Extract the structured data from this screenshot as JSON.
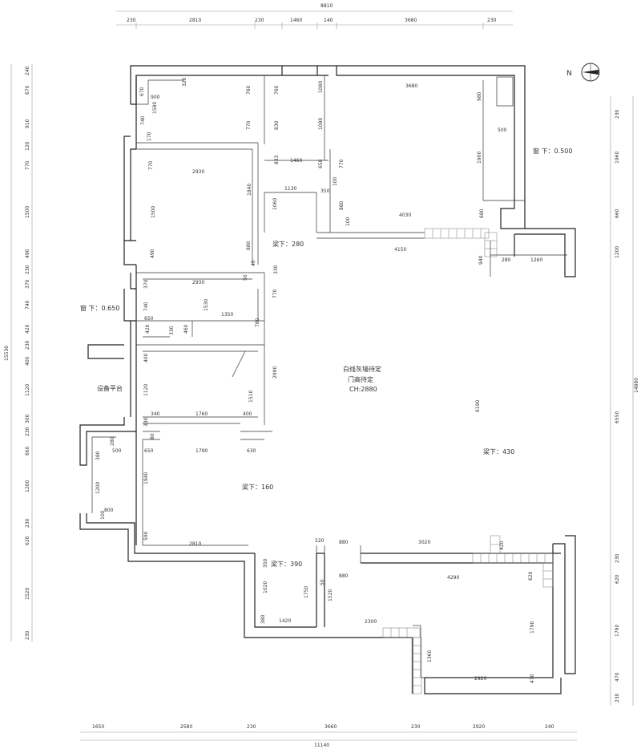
{
  "top_dims": {
    "total": "8810",
    "segments": [
      "230",
      "2810",
      "230",
      "1460",
      "140",
      "3680",
      "230"
    ]
  },
  "bottom_dims": {
    "total": "11140",
    "segments": [
      "1650",
      "2580",
      "230",
      "3660",
      "230",
      "2920",
      "240"
    ]
  },
  "left_dims": {
    "total": "15530",
    "segments": [
      "240",
      "670",
      "910",
      "120",
      "770",
      "1500",
      "490",
      "230",
      "370",
      "740",
      "420",
      "230",
      "400",
      "1120",
      "300",
      "230",
      "660",
      "1200",
      "230",
      "620",
      "1520",
      "230"
    ]
  },
  "right_dims": {
    "total": "14880",
    "upper_total": "6550",
    "segments": [
      "230",
      "1960",
      "660",
      "1200",
      "230",
      "620",
      "1790",
      "470",
      "230"
    ]
  },
  "room_dims": {
    "r1": [
      "670",
      "900",
      "320",
      "1580",
      "740",
      "170",
      "760"
    ],
    "r2": [
      "760",
      "770",
      "830",
      "1080",
      "1080",
      "833",
      "1460",
      "650",
      "770",
      "100"
    ],
    "r3": [
      "3680",
      "980",
      "500",
      "1900",
      "4030",
      "680",
      "4150",
      "940",
      "280",
      "1260"
    ],
    "r4": [
      "2930",
      "770",
      "1500",
      "1840",
      "880",
      "490",
      "1130",
      "350",
      "1060",
      "880",
      "100"
    ],
    "r5": [
      "2930",
      "370",
      "740",
      "1530",
      "1350",
      "770",
      "650",
      "420",
      "330",
      "460",
      "780",
      "40",
      "50",
      "330"
    ],
    "r6": [
      "400",
      "1120",
      "2990",
      "1510",
      "340",
      "1760",
      "400",
      "330",
      "80",
      "6190"
    ],
    "r7": [
      "280",
      "380",
      "500",
      "650",
      "1790",
      "630",
      "1940",
      "1200",
      "800",
      "100",
      "590"
    ],
    "r8": [
      "2810",
      "220",
      "880",
      "3020",
      "420",
      "350",
      "1020",
      "1750",
      "50",
      "880",
      "4290",
      "620",
      "380",
      "1420",
      "1520",
      "2300",
      "1790",
      "1360",
      "2920",
      "470"
    ]
  },
  "annotations": {
    "north": "N",
    "window_a": "窗 下：0.500",
    "window_b": "窗 下：0.650",
    "beam_a": "梁下：280",
    "beam_b": "梁下：430",
    "beam_c": "梁下：160",
    "beam_d": "梁下：390",
    "platform": "设备平台",
    "note_line1": "白线灰墙待定",
    "note_line2": "门高待定",
    "note_line3": "CH:2880"
  }
}
